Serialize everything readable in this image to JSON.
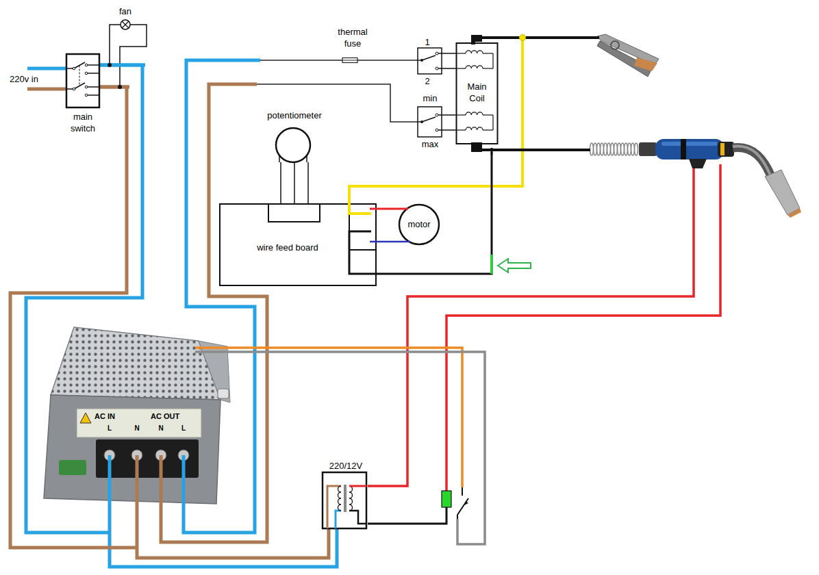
{
  "diagram": {
    "nodes": [
      {
        "text": [
          "fan"
        ]
      },
      {
        "text": [
          "main switch"
        ]
      },
      {
        "text": [
          "Main Coil"
        ]
      },
      {
        "text": [
          "potentiometer"
        ]
      },
      {
        "text": [
          "wire feed board"
        ]
      },
      {
        "text": [
          "motor"
        ]
      },
      {
        "text": [
          "220/12V"
        ]
      }
    ],
    "edges": [
      {
        "from": 1,
        "to": 0,
        "arrow": "none"
      },
      {
        "from": 1,
        "to": 0,
        "arrow": "none"
      },
      {
        "from": 3,
        "to": 4,
        "arrow": "none"
      },
      {
        "from": 3,
        "to": 4,
        "arrow": "none"
      },
      {
        "from": 3,
        "to": 4,
        "arrow": "none"
      },
      {
        "from": 4,
        "to": 5,
        "arrow": "none"
      },
      {
        "from": 4,
        "to": 5,
        "arrow": "none"
      },
      {
        "from": 2,
        "to": 4,
        "arrow": "none"
      },
      {
        "from": 2,
        "to": 4,
        "arrow": "none"
      }
    ],
    "labels": [
      "220v in",
      "thermal fuse",
      "1",
      "2",
      "min",
      "max",
      "AC IN",
      "AC OUT",
      "L",
      "N",
      "N",
      "L"
    ]
  }
}
